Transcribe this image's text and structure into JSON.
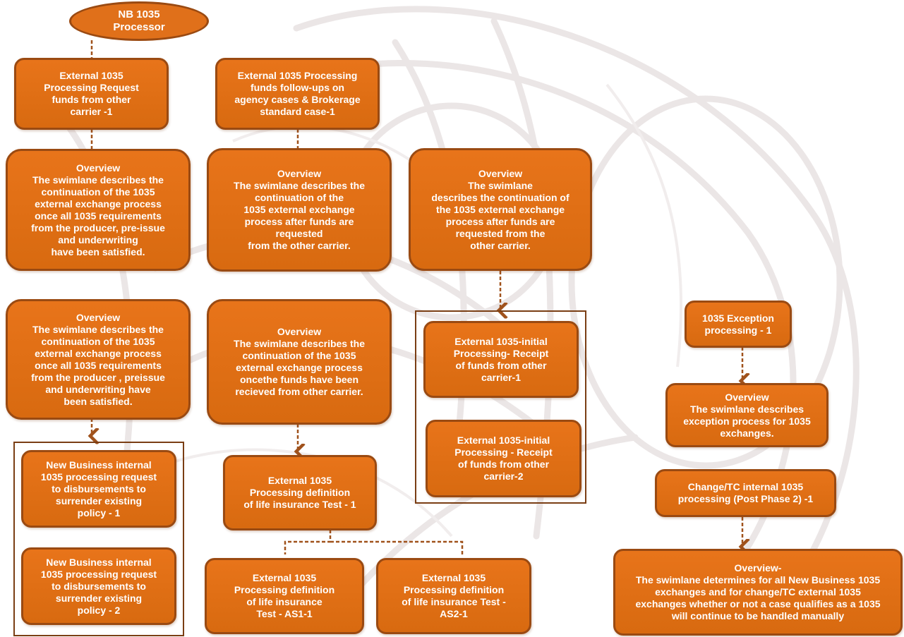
{
  "colors": {
    "box_fill": "#e2701a",
    "box_border": "#9a4a12",
    "connector": "#a0521c",
    "text": "#ffffff"
  },
  "nodes": {
    "start": "NB 1035\nProcessor",
    "c1_req": "External 1035\nProcessing Request\nfunds from other\ncarrier -1",
    "c1_ov1": "Overview\nThe swimlane describes the\ncontinuation of the 1035\nexternal exchange process\nonce all  1035 requirements\nfrom the producer, pre-issue\nand underwriting\nhave been satisfied.",
    "c1_ov2": "Overview\nThe swimlane describes the\ncontinuation of the 1035\nexternal exchange process\nonce all  1035 requirements\nfrom the producer , preissue\nand underwriting have\nbeen satisfied.",
    "c1_nb1": "New Business internal\n1035 processing request\nto disbursements to\nsurrender existing\npolicy - 1",
    "c1_nb2": "New Business internal\n1035 processing request\nto disbursements to\nsurrender existing\npolicy - 2",
    "c2_fu": "External 1035 Processing\nfunds follow-ups on\nagency cases & Brokerage\nstandard case-1",
    "c2_ov1": "Overview\nThe swimlane describes the\ncontinuation of the\n1035 external exchange\nprocess after funds are\nrequested\nfrom the other carrier.",
    "c2_ov2": "Overview\nThe swimlane describes the\ncontinuation of the 1035\nexternal exchange process\noncethe funds have been\nrecieved from other carrier.",
    "c2_def": "External 1035\nProcessing definition\nof life insurance Test - 1",
    "c2_as1": "External 1035\nProcessing definition\nof life insurance\nTest - AS1-1",
    "c2_as2": "External 1035\nProcessing definition\nof life insurance Test -\nAS2-1",
    "c3_ov": "Overview\nThe swimlane\ndescribes the continuation of\nthe 1035 external exchange\nprocess after funds are\nrequested from the\nother carrier.",
    "c3_init1": "External 1035-initial\nProcessing- Receipt\nof funds from other\ncarrier-1",
    "c3_init2": "External 1035-initial\nProcessing - Receipt\nof funds from other\ncarrier-2",
    "c4_exc": "1035 Exception\nprocessing - 1",
    "c4_ov1": "Overview\nThe swimlane describes\nexception process for 1035\nexchanges.",
    "c4_chg": "Change/TC internal 1035\nprocessing (Post Phase 2) -1",
    "c4_ov2": "Overview-\nThe swimlane determines for all New Business 1035\nexchanges and for change/TC external 1035\nexchanges whether or not a case qualifies as a 1035\nwill continue to be handled manually"
  }
}
